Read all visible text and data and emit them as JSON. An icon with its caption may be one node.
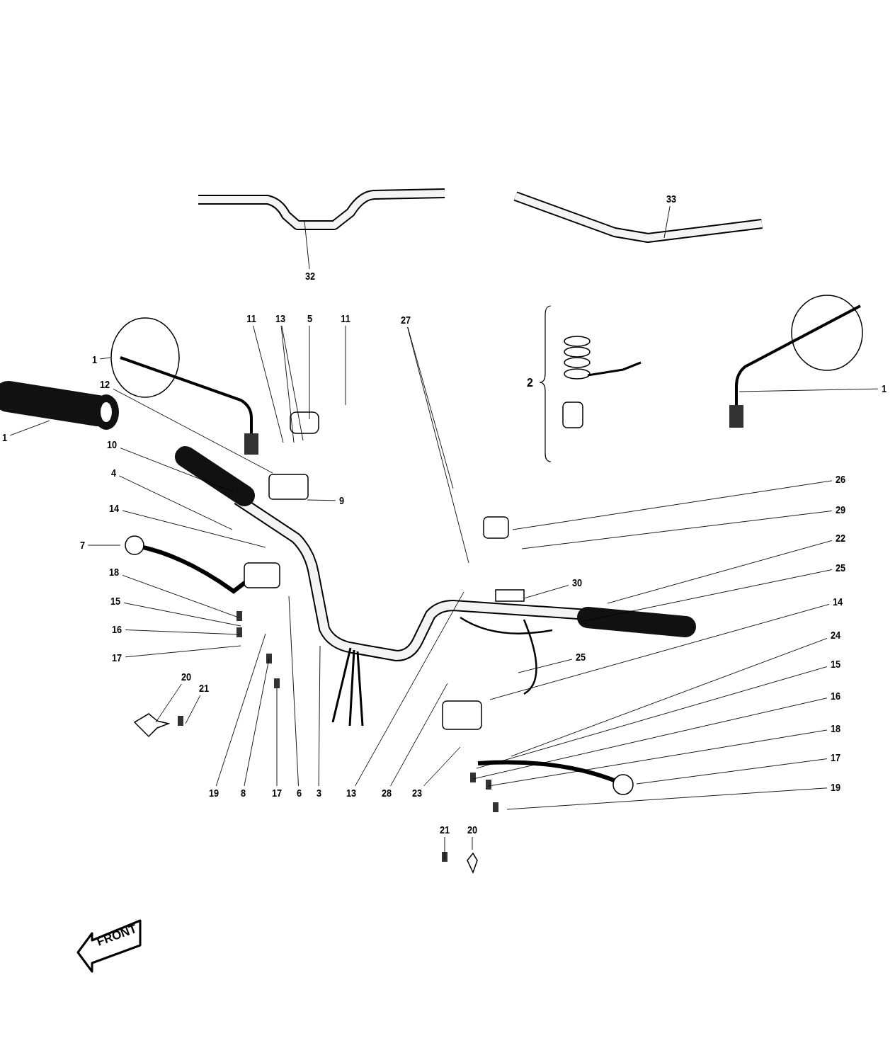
{
  "diagram": {
    "nodes": [
      {
        "text": [
          "33"
        ]
      },
      {
        "text": [
          "32"
        ]
      },
      {
        "text": [
          "11"
        ]
      },
      {
        "text": [
          "13"
        ]
      },
      {
        "text": [
          "5"
        ]
      },
      {
        "text": [
          "11"
        ]
      },
      {
        "text": [
          "27"
        ]
      },
      {
        "text": [
          "1"
        ]
      },
      {
        "text": [
          "12"
        ]
      },
      {
        "text": [
          "1"
        ]
      },
      {
        "text": [
          "1"
        ]
      },
      {
        "text": [
          "10"
        ]
      },
      {
        "text": [
          "4"
        ]
      },
      {
        "text": [
          "9"
        ]
      },
      {
        "text": [
          "26"
        ]
      },
      {
        "text": [
          "14"
        ]
      },
      {
        "text": [
          "29"
        ]
      },
      {
        "text": [
          "22"
        ]
      },
      {
        "text": [
          "7"
        ]
      },
      {
        "text": [
          "25"
        ]
      },
      {
        "text": [
          "18"
        ]
      },
      {
        "text": [
          "30"
        ]
      },
      {
        "text": [
          "14"
        ]
      },
      {
        "text": [
          "15"
        ]
      },
      {
        "text": [
          "16"
        ]
      },
      {
        "text": [
          "24"
        ]
      },
      {
        "text": [
          "17"
        ]
      },
      {
        "text": [
          "25"
        ]
      },
      {
        "text": [
          "15"
        ]
      },
      {
        "text": [
          "20"
        ]
      },
      {
        "text": [
          "21"
        ]
      },
      {
        "text": [
          "16"
        ]
      },
      {
        "text": [
          "18"
        ]
      },
      {
        "text": [
          "17"
        ]
      },
      {
        "text": [
          "19"
        ]
      },
      {
        "text": [
          "19"
        ]
      },
      {
        "text": [
          "8"
        ]
      },
      {
        "text": [
          "17"
        ]
      },
      {
        "text": [
          "6"
        ]
      },
      {
        "text": [
          "3"
        ]
      },
      {
        "text": [
          "13"
        ]
      },
      {
        "text": [
          "28"
        ]
      },
      {
        "text": [
          "23"
        ]
      },
      {
        "text": [
          "21"
        ]
      },
      {
        "text": [
          "20"
        ]
      }
    ],
    "edges": [
      {
        "from": 0,
        "to": null,
        "arrow": "none"
      },
      {
        "from": 1,
        "to": null,
        "arrow": "none"
      },
      {
        "from": 2,
        "to": null,
        "arrow": "none"
      },
      {
        "from": 3,
        "to": null,
        "arrow": "none"
      },
      {
        "from": 3,
        "to": null,
        "arrow": "none"
      },
      {
        "from": 4,
        "to": null,
        "arrow": "none"
      },
      {
        "from": 5,
        "to": null,
        "arrow": "none"
      },
      {
        "from": 6,
        "to": null,
        "arrow": "none"
      },
      {
        "from": 6,
        "to": null,
        "arrow": "none"
      },
      {
        "from": 7,
        "to": null,
        "arrow": "none"
      },
      {
        "from": 8,
        "to": null,
        "arrow": "none"
      },
      {
        "from": 9,
        "to": null,
        "arrow": "none"
      },
      {
        "from": 10,
        "to": null,
        "arrow": "none"
      },
      {
        "from": 11,
        "to": null,
        "arrow": "none"
      },
      {
        "from": 12,
        "to": null,
        "arrow": "none"
      },
      {
        "from": 13,
        "to": null,
        "arrow": "none"
      },
      {
        "from": 14,
        "to": null,
        "arrow": "none"
      },
      {
        "from": 15,
        "to": null,
        "arrow": "none"
      },
      {
        "from": 16,
        "to": null,
        "arrow": "none"
      },
      {
        "from": 17,
        "to": null,
        "arrow": "none"
      },
      {
        "from": 18,
        "to": null,
        "arrow": "none"
      },
      {
        "from": 19,
        "to": null,
        "arrow": "none"
      },
      {
        "from": 20,
        "to": null,
        "arrow": "none"
      },
      {
        "from": 21,
        "to": null,
        "arrow": "none"
      },
      {
        "from": 22,
        "to": null,
        "arrow": "none"
      },
      {
        "from": 23,
        "to": null,
        "arrow": "none"
      },
      {
        "from": 24,
        "to": null,
        "arrow": "none"
      },
      {
        "from": 25,
        "to": null,
        "arrow": "none"
      },
      {
        "from": 26,
        "to": null,
        "arrow": "none"
      },
      {
        "from": 27,
        "to": null,
        "arrow": "none"
      },
      {
        "from": 28,
        "to": null,
        "arrow": "none"
      },
      {
        "from": 29,
        "to": null,
        "arrow": "none"
      },
      {
        "from": 30,
        "to": null,
        "arrow": "none"
      },
      {
        "from": 31,
        "to": null,
        "arrow": "none"
      },
      {
        "from": 32,
        "to": null,
        "arrow": "none"
      },
      {
        "from": 33,
        "to": null,
        "arrow": "none"
      },
      {
        "from": 34,
        "to": null,
        "arrow": "none"
      },
      {
        "from": 35,
        "to": null,
        "arrow": "none"
      },
      {
        "from": 36,
        "to": null,
        "arrow": "none"
      },
      {
        "from": 37,
        "to": null,
        "arrow": "none"
      },
      {
        "from": 38,
        "to": null,
        "arrow": "none"
      },
      {
        "from": 39,
        "to": null,
        "arrow": "none"
      },
      {
        "from": 40,
        "to": null,
        "arrow": "none"
      },
      {
        "from": 41,
        "to": null,
        "arrow": "none"
      },
      {
        "from": 42,
        "to": null,
        "arrow": "none"
      },
      {
        "from": 43,
        "to": null,
        "arrow": "none"
      },
      {
        "from": 44,
        "to": null,
        "arrow": "none"
      }
    ],
    "labels": [
      "2",
      "FRONT"
    ]
  }
}
